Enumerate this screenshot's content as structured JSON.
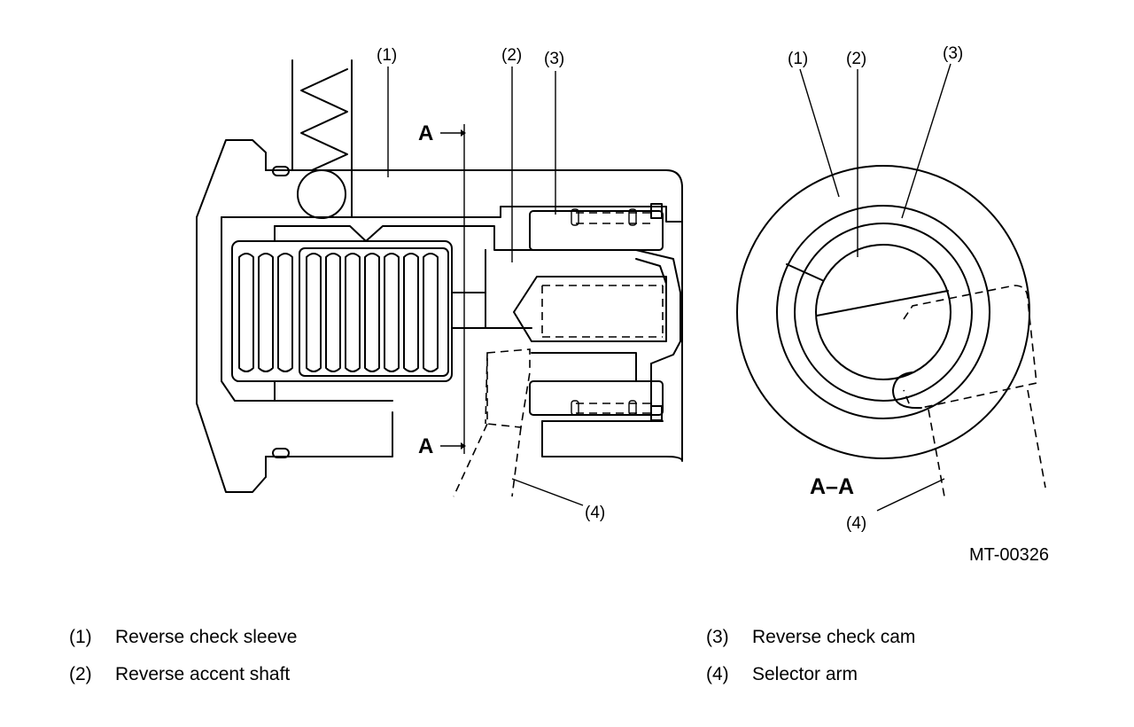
{
  "diagram": {
    "callouts": {
      "sleeve": "(1)",
      "shaft": "(2)",
      "cam": "(3)",
      "arm": "(4)"
    },
    "section_marker": "A",
    "section_title": "A–A",
    "figure_id": "MT-00326"
  },
  "legend": {
    "items": [
      {
        "num": "(1)",
        "label": "Reverse check sleeve"
      },
      {
        "num": "(2)",
        "label": "Reverse accent shaft"
      },
      {
        "num": "(3)",
        "label": "Reverse check cam"
      },
      {
        "num": "(4)",
        "label": "Selector arm"
      }
    ]
  }
}
